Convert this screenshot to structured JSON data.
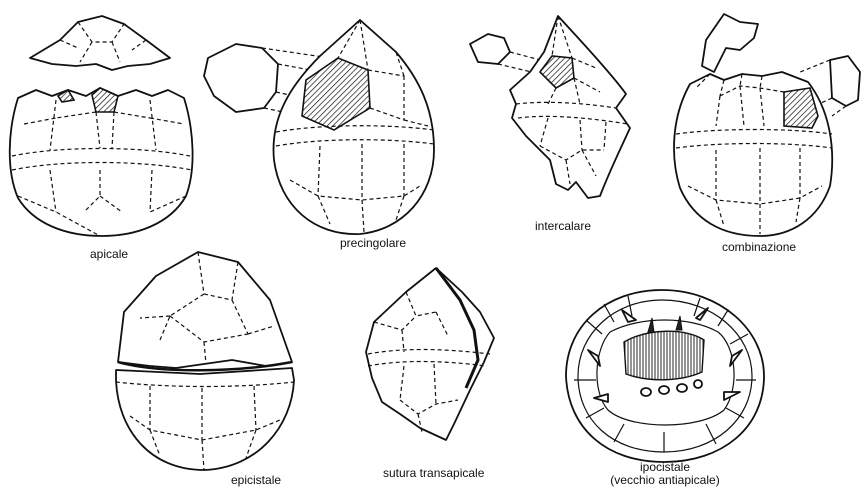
{
  "captions": {
    "apicale": "apicale",
    "precingolare": "precingolare",
    "intercalare": "intercalare",
    "combinazione": "combinazione",
    "epicistale": "epicistale",
    "sutura_transapicale": "sutura transapicale",
    "ipocistale_line1": "ipocistale",
    "ipocistale_line2": "(vecchio antiapicale)"
  }
}
